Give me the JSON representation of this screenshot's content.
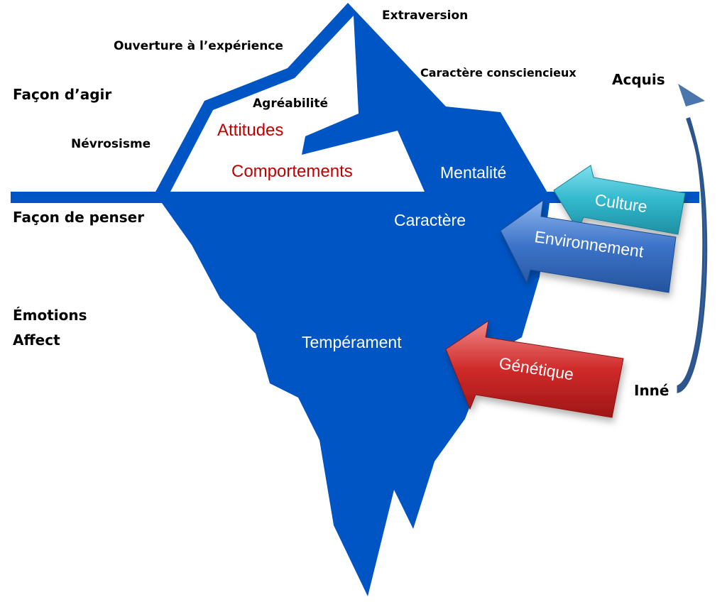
{
  "colors": {
    "iceberg": "#0055c4",
    "tip_inner": "#ffffff",
    "side_label": "#2f5a8c",
    "trait_label": "#000000",
    "red_label": "#c00000",
    "white_label": "#ffffff",
    "arrow_culture": "#32b8cc",
    "arrow_environnement": "#3c72c8",
    "arrow_genetique": "#d02a2a",
    "curved_arrow": "#4a76ad"
  },
  "side_labels": {
    "facon_agir": "Façon d’agir",
    "facon_penser": "Façon de penser",
    "emotions": "Émotions",
    "affect": "Affect"
  },
  "traits": {
    "extraversion": "Extraversion",
    "ouverture": "Ouverture à l’expérience",
    "caractere_consciencieux": "Caractère consciencieux",
    "agreabilite": "Agréabilité",
    "nevrosisme": "Névrosisme"
  },
  "tip_labels": {
    "attitudes": "Attitudes",
    "comportements": "Comportements"
  },
  "iceberg_labels": {
    "mentalite": "Mentalité",
    "caractere": "Caractère",
    "temperament": "Tempérament"
  },
  "arrows": {
    "culture": "Culture",
    "environnement": "Environnement",
    "genetique": "Génétique"
  },
  "cycle": {
    "acquis": "Acquis",
    "inne": "Inné"
  }
}
